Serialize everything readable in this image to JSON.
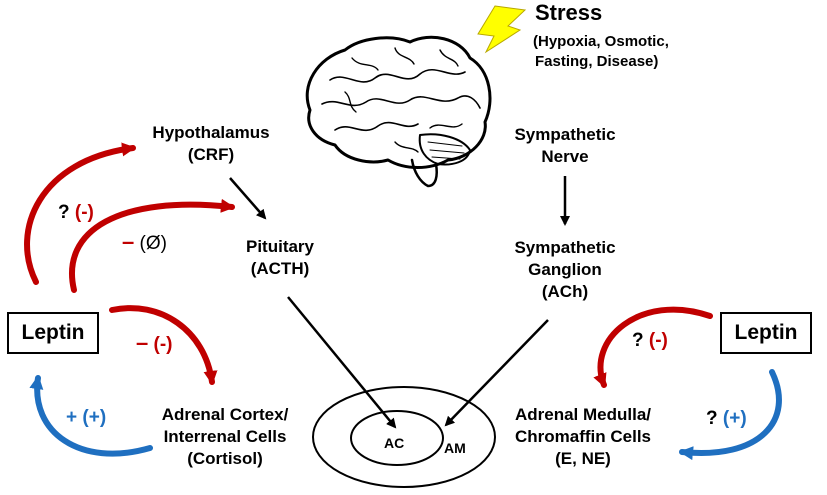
{
  "stress": {
    "title": "Stress",
    "subtitle_line1": "(Hypoxia, Osmotic,",
    "subtitle_line2": "Fasting, Disease)"
  },
  "hypothalamus": {
    "line1": "Hypothalamus",
    "line2": "(CRF)"
  },
  "pituitary": {
    "line1": "Pituitary",
    "line2": "(ACTH)"
  },
  "adrenal_cortex": {
    "line1": "Adrenal Cortex/",
    "line2": "Interrenal Cells",
    "line3": "(Cortisol)"
  },
  "sympathetic_nerve": {
    "line1": "Sympathetic",
    "line2": "Nerve"
  },
  "sympathetic_ganglion": {
    "line1": "Sympathetic",
    "line2": "Ganglion",
    "line3": "(ACh)"
  },
  "adrenal_medulla": {
    "line1": "Adrenal Medulla/",
    "line2": "Chromaffin Cells",
    "line3": "(E, NE)"
  },
  "leptin_left": "Leptin",
  "leptin_right": "Leptin",
  "adrenal_gland": {
    "inner": "AC",
    "outer": "AM"
  },
  "effects": {
    "left_hypothalamus": {
      "q": "?",
      "sign": "(-)"
    },
    "left_pituitary": {
      "main": "–",
      "sign": "(Ø)"
    },
    "left_cortex": {
      "main": "–",
      "sign": "(-)"
    },
    "left_feedback": {
      "main": "+",
      "sign": "(+)"
    },
    "right_inhibit": {
      "q": "?",
      "sign": "(-)"
    },
    "right_feedback": {
      "q": "?",
      "sign": "(+)"
    }
  },
  "colors": {
    "inhibit": "#c00000",
    "stimulate": "#1f6fc0",
    "lightning": "#ffff00"
  }
}
